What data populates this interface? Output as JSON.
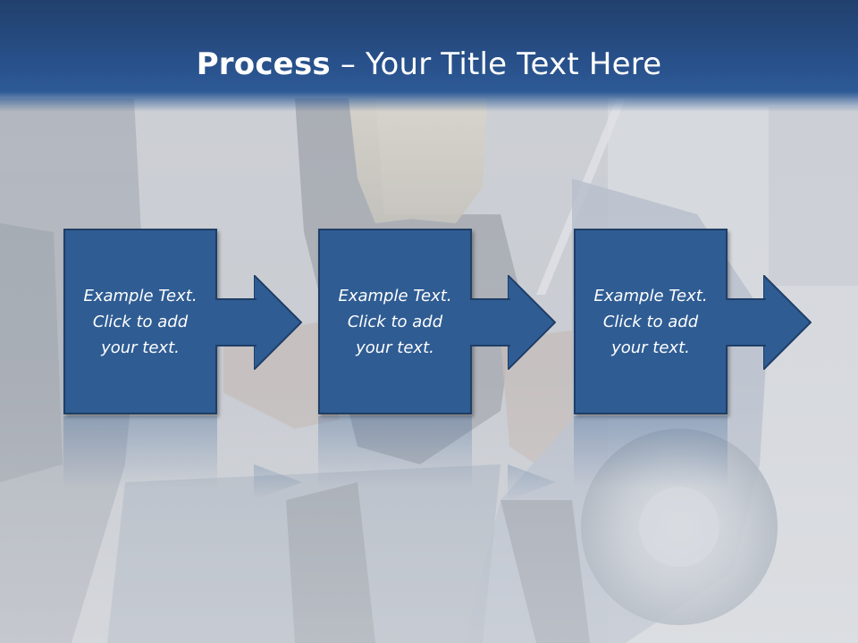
{
  "slide": {
    "title_bold": "Process",
    "title_rest": " – Your Title Text Here"
  },
  "steps": [
    {
      "text": "Example Text.\nClick  to add\nyour text."
    },
    {
      "text": "Example Text.\nClick  to add\nyour text."
    },
    {
      "text": "Example Text.\nClick  to add\nyour text."
    }
  ],
  "colors": {
    "title_bar": "#28508a",
    "box_fill": "#2f5c93",
    "box_border": "#1e3e66",
    "text": "#ffffff"
  },
  "icons": [
    "arrow-right-icon"
  ]
}
